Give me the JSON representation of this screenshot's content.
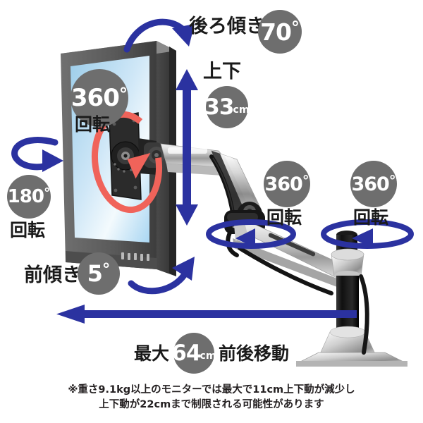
{
  "diagram": {
    "title_semantics": "monitor-arm-range-of-motion-diagram",
    "colors": {
      "badge_gray": "#6e6e6e",
      "arrow_blue": "#2b32a0",
      "rotation_red": "#f0635a",
      "screen_blue": "#a9d4f0",
      "bezel_dark": "#575757",
      "text_black": "#1a1a1a"
    },
    "callouts": [
      {
        "id": "tilt-back",
        "label": "後ろ傾き",
        "value": "70",
        "unit": "°",
        "unit_kind": "degree"
      },
      {
        "id": "height-adjust",
        "label": "上下",
        "value": "33",
        "unit": "cm",
        "unit_kind": "cm"
      },
      {
        "id": "screen-rotate",
        "label": "回転",
        "value": "360",
        "unit": "°",
        "unit_kind": "degree"
      },
      {
        "id": "pan-left",
        "label": "回転",
        "value": "180",
        "unit": "°",
        "unit_kind": "degree"
      },
      {
        "id": "tilt-forward",
        "label": "前傾き",
        "value": "5",
        "unit": "°",
        "unit_kind": "degree"
      },
      {
        "id": "elbow-rotate",
        "label": "回転",
        "value": "360",
        "unit": "°",
        "unit_kind": "degree"
      },
      {
        "id": "post-rotate",
        "label": "回転",
        "value": "360",
        "unit": "°",
        "unit_kind": "degree"
      }
    ],
    "travel": {
      "prefix": "最大",
      "value": "64",
      "unit": "cm",
      "suffix": "前後移動"
    },
    "footnote": {
      "line1": "※重さ9.1kg以上のモニターでは最大で11cm上下動が減少し",
      "line2": "上下動が22cmまで制限される可能性があります"
    },
    "icons": {
      "tilt_back_arrow": "curved-arrow-right-down-icon",
      "height_arrow": "double-headed-vertical-arrow-icon",
      "pan_arrow": "curved-loop-arrow-right-icon",
      "tilt_forward_arrow": "curved-arrow-up-right-icon",
      "screen_rotate_ring": "red-rotation-ring-icon",
      "elbow_ring": "blue-rotation-ellipse-icon",
      "post_ring": "blue-rotation-ellipse-icon",
      "travel_arrow": "long-left-arrow-icon",
      "monitor": "lcd-monitor-icon",
      "arm": "articulating-monitor-arm-icon",
      "base": "desk-clamp-base-icon"
    }
  }
}
